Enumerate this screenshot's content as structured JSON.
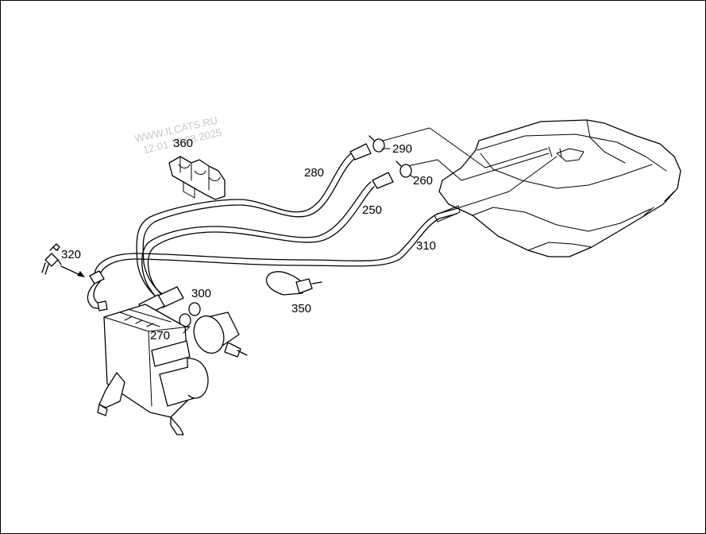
{
  "watermark": {
    "line1": "WWW.ILCATS.RU",
    "line2": "12:01 19.08.2025"
  },
  "labels": {
    "p250": "250",
    "p260": "260",
    "p270": "270",
    "p280": "280",
    "p290": "290",
    "p300": "300",
    "p310": "310",
    "p320": "320",
    "p350": "350",
    "p360": "360"
  }
}
